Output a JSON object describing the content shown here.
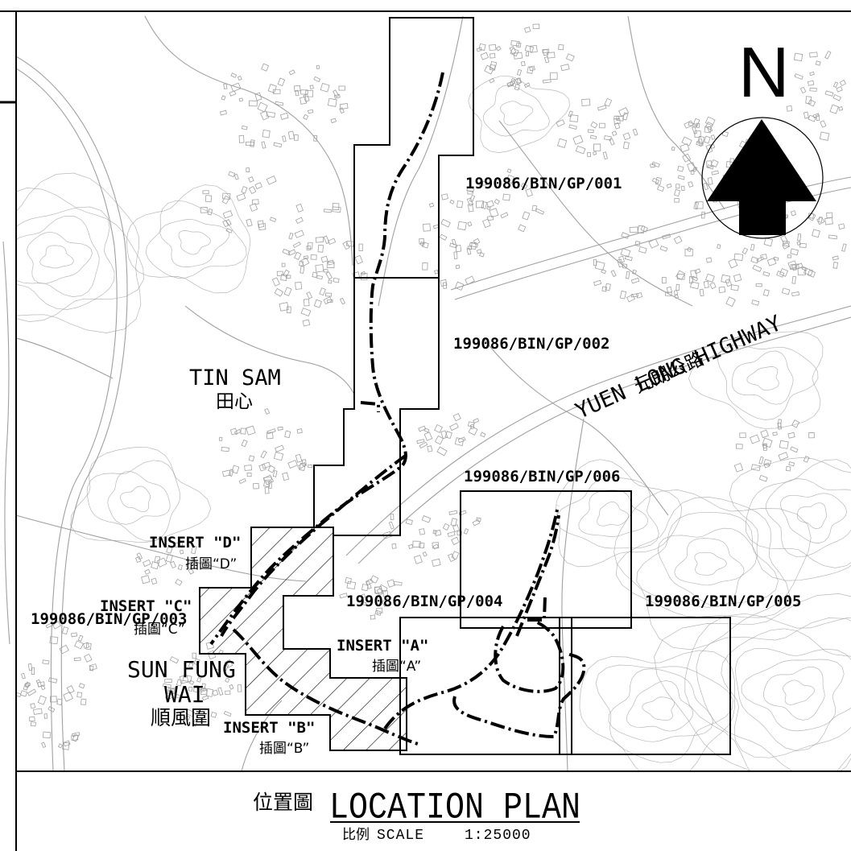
{
  "map": {
    "sheets": [
      {
        "id": "199086/BIN/GP/001"
      },
      {
        "id": "199086/BIN/GP/002"
      },
      {
        "id": "199086/BIN/GP/003"
      },
      {
        "id": "199086/BIN/GP/004"
      },
      {
        "id": "199086/BIN/GP/005"
      },
      {
        "id": "199086/BIN/GP/006"
      }
    ],
    "inserts": [
      {
        "en": "INSERT \"A\"",
        "cn": "插圖“A”"
      },
      {
        "en": "INSERT \"B\"",
        "cn": "插圖“B”"
      },
      {
        "en": "INSERT \"C\"",
        "cn": "插圖“C”"
      },
      {
        "en": "INSERT \"D\"",
        "cn": "插圖“D”"
      }
    ],
    "places": {
      "tin_sam": {
        "en": "TIN SAM",
        "cn": "田心"
      },
      "sun_fung_wai": {
        "en_line1": "SUN FUNG",
        "en_line2": "WAI",
        "cn": "順風圍"
      }
    },
    "roads": {
      "yuen_long_highway": {
        "en": "YUEN LONG HIGHWAY",
        "cn": "元朗公路"
      }
    },
    "north_arrow": {
      "label": "N",
      "icon": "north-arrow-icon"
    }
  },
  "title_block": {
    "title_cn": "位置圖",
    "title_en": "LOCATION PLAN",
    "scale_cn": "比例",
    "scale_en": "SCALE",
    "scale_value": "1:25000"
  },
  "colors": {
    "ink": "#000000",
    "map_detail": "#a0a0a0",
    "paper": "#ffffff"
  }
}
